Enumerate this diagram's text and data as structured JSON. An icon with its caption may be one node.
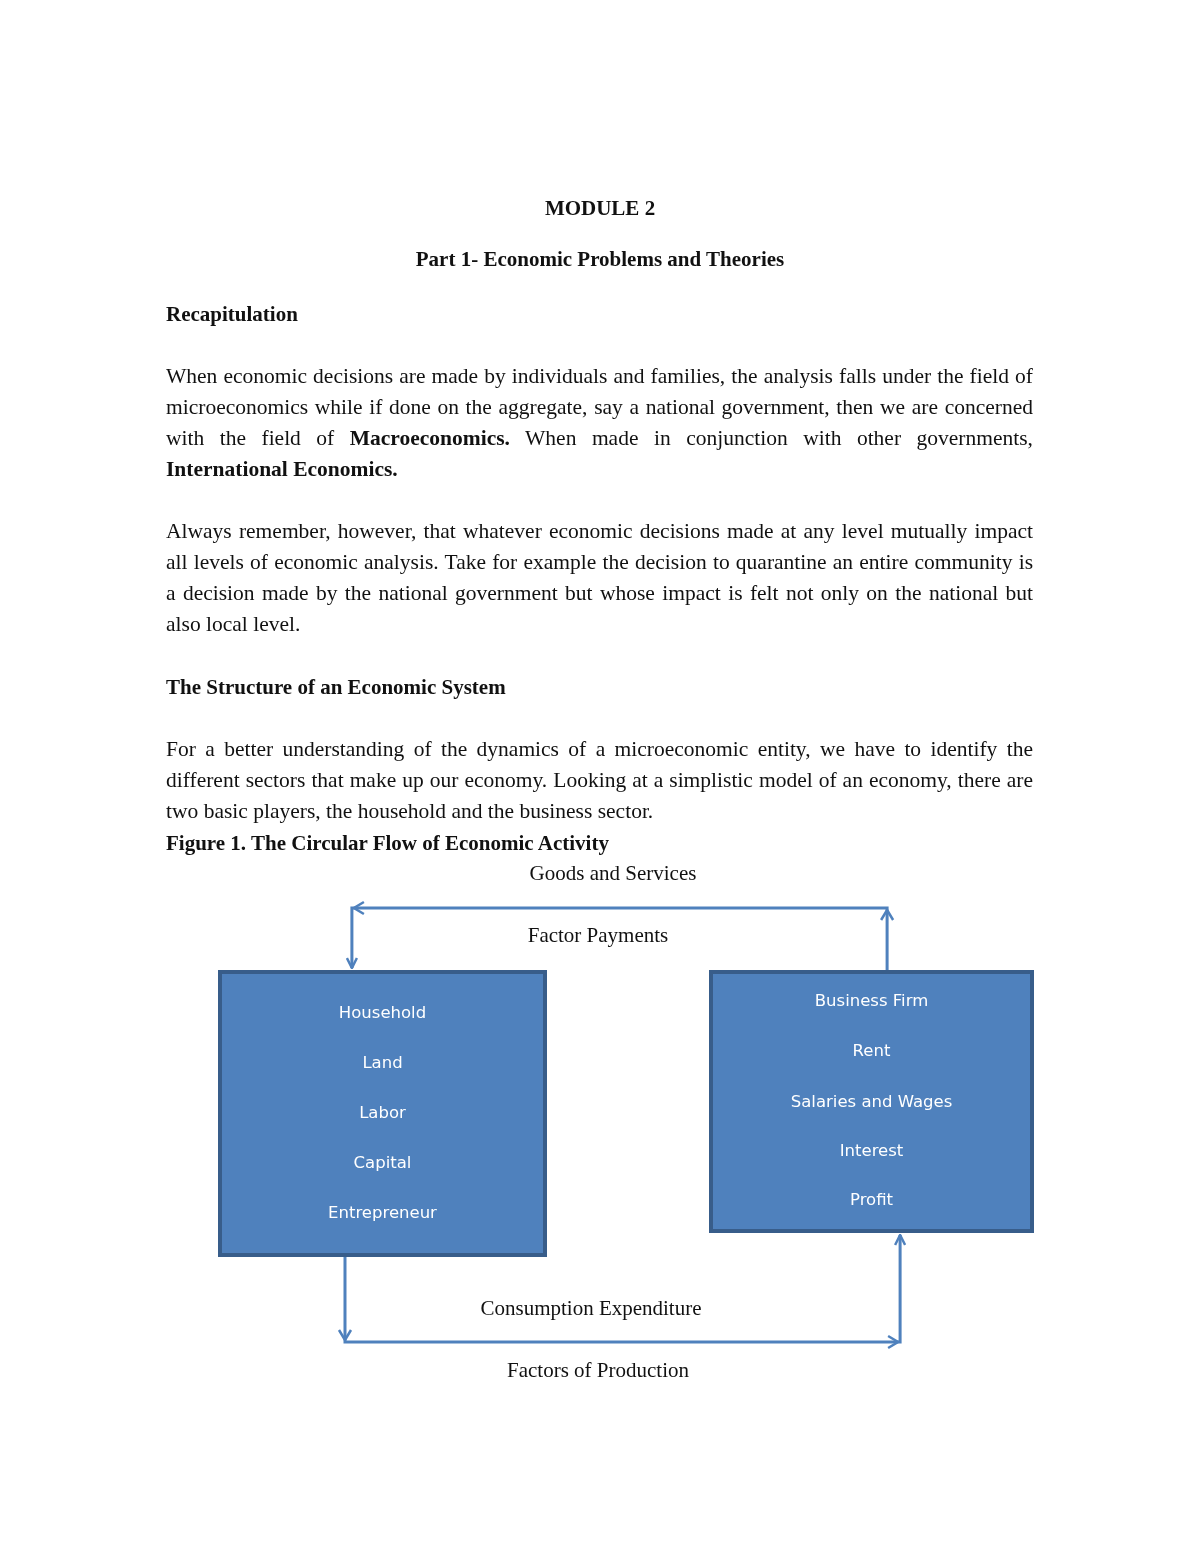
{
  "diagram": {
    "title": "MODULE 2",
    "nodes": [
      {
        "text": [
          "Household",
          "Land",
          "Labor",
          "Capital",
          "Entrepreneur"
        ]
      },
      {
        "text": [
          "Business Firm",
          "Rent",
          "Salaries and Wages",
          "Interest",
          "Profit"
        ]
      }
    ],
    "edges": [
      {
        "from": 1,
        "to": 0,
        "arrow": "to"
      },
      {
        "from": 0,
        "to": 1,
        "arrow": "to"
      }
    ],
    "labels": [
      "Part 1- Economic Problems and Theories",
      "Recapitulation",
      "When economic decisions are made by individuals and families, the analysis falls under the field of microeconomics while if done on the aggregate, say a national government, then we are concerned with the field of **Macroeconomics.** When made in conjunction with other governments, **International Economics.**",
      "Always remember, however, that whatever economic decisions made at any level mutually impact all levels of economic analysis. Take for example the decision to quarantine an entire community is a decision made by the national government but whose impact is felt not only on the national but also local level.",
      "The Structure of an Economic System",
      "For a better understanding of the dynamics of a microeconomic entity, we have to identify the different sectors that make up our economy. Looking at a simplistic model of an economy, there are two basic players, the household and the business sector.",
      "Figure 1. The Circular Flow of Economic Activity",
      "Goods and Services",
      "Factor Payments",
      "Consumption Expenditure",
      "Factors of Production"
    ]
  }
}
